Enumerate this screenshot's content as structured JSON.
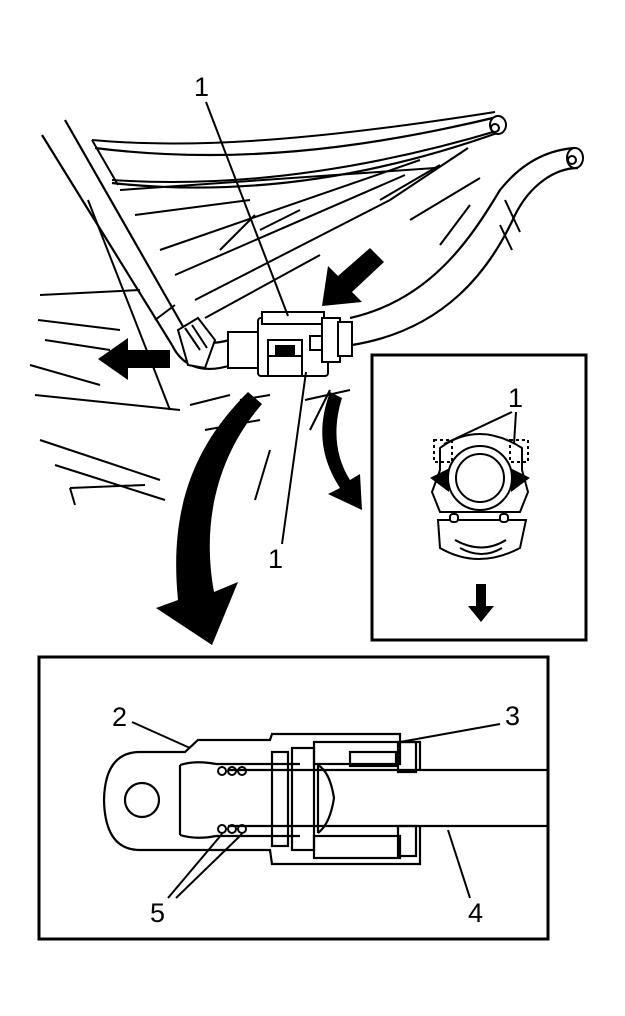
{
  "callouts": {
    "top_connector_label": "1",
    "bottom_connector_label": "1",
    "detail_view_label": "1",
    "section_label_2": "2",
    "section_label_3": "3",
    "section_label_4": "4",
    "section_label_5": "5"
  },
  "colors": {
    "line": "#000000",
    "background": "#ffffff"
  },
  "icons": [
    "arrow-left-icon",
    "arrow-down-left-icon",
    "arrow-down-icon",
    "curved-arrow-down-icon"
  ]
}
